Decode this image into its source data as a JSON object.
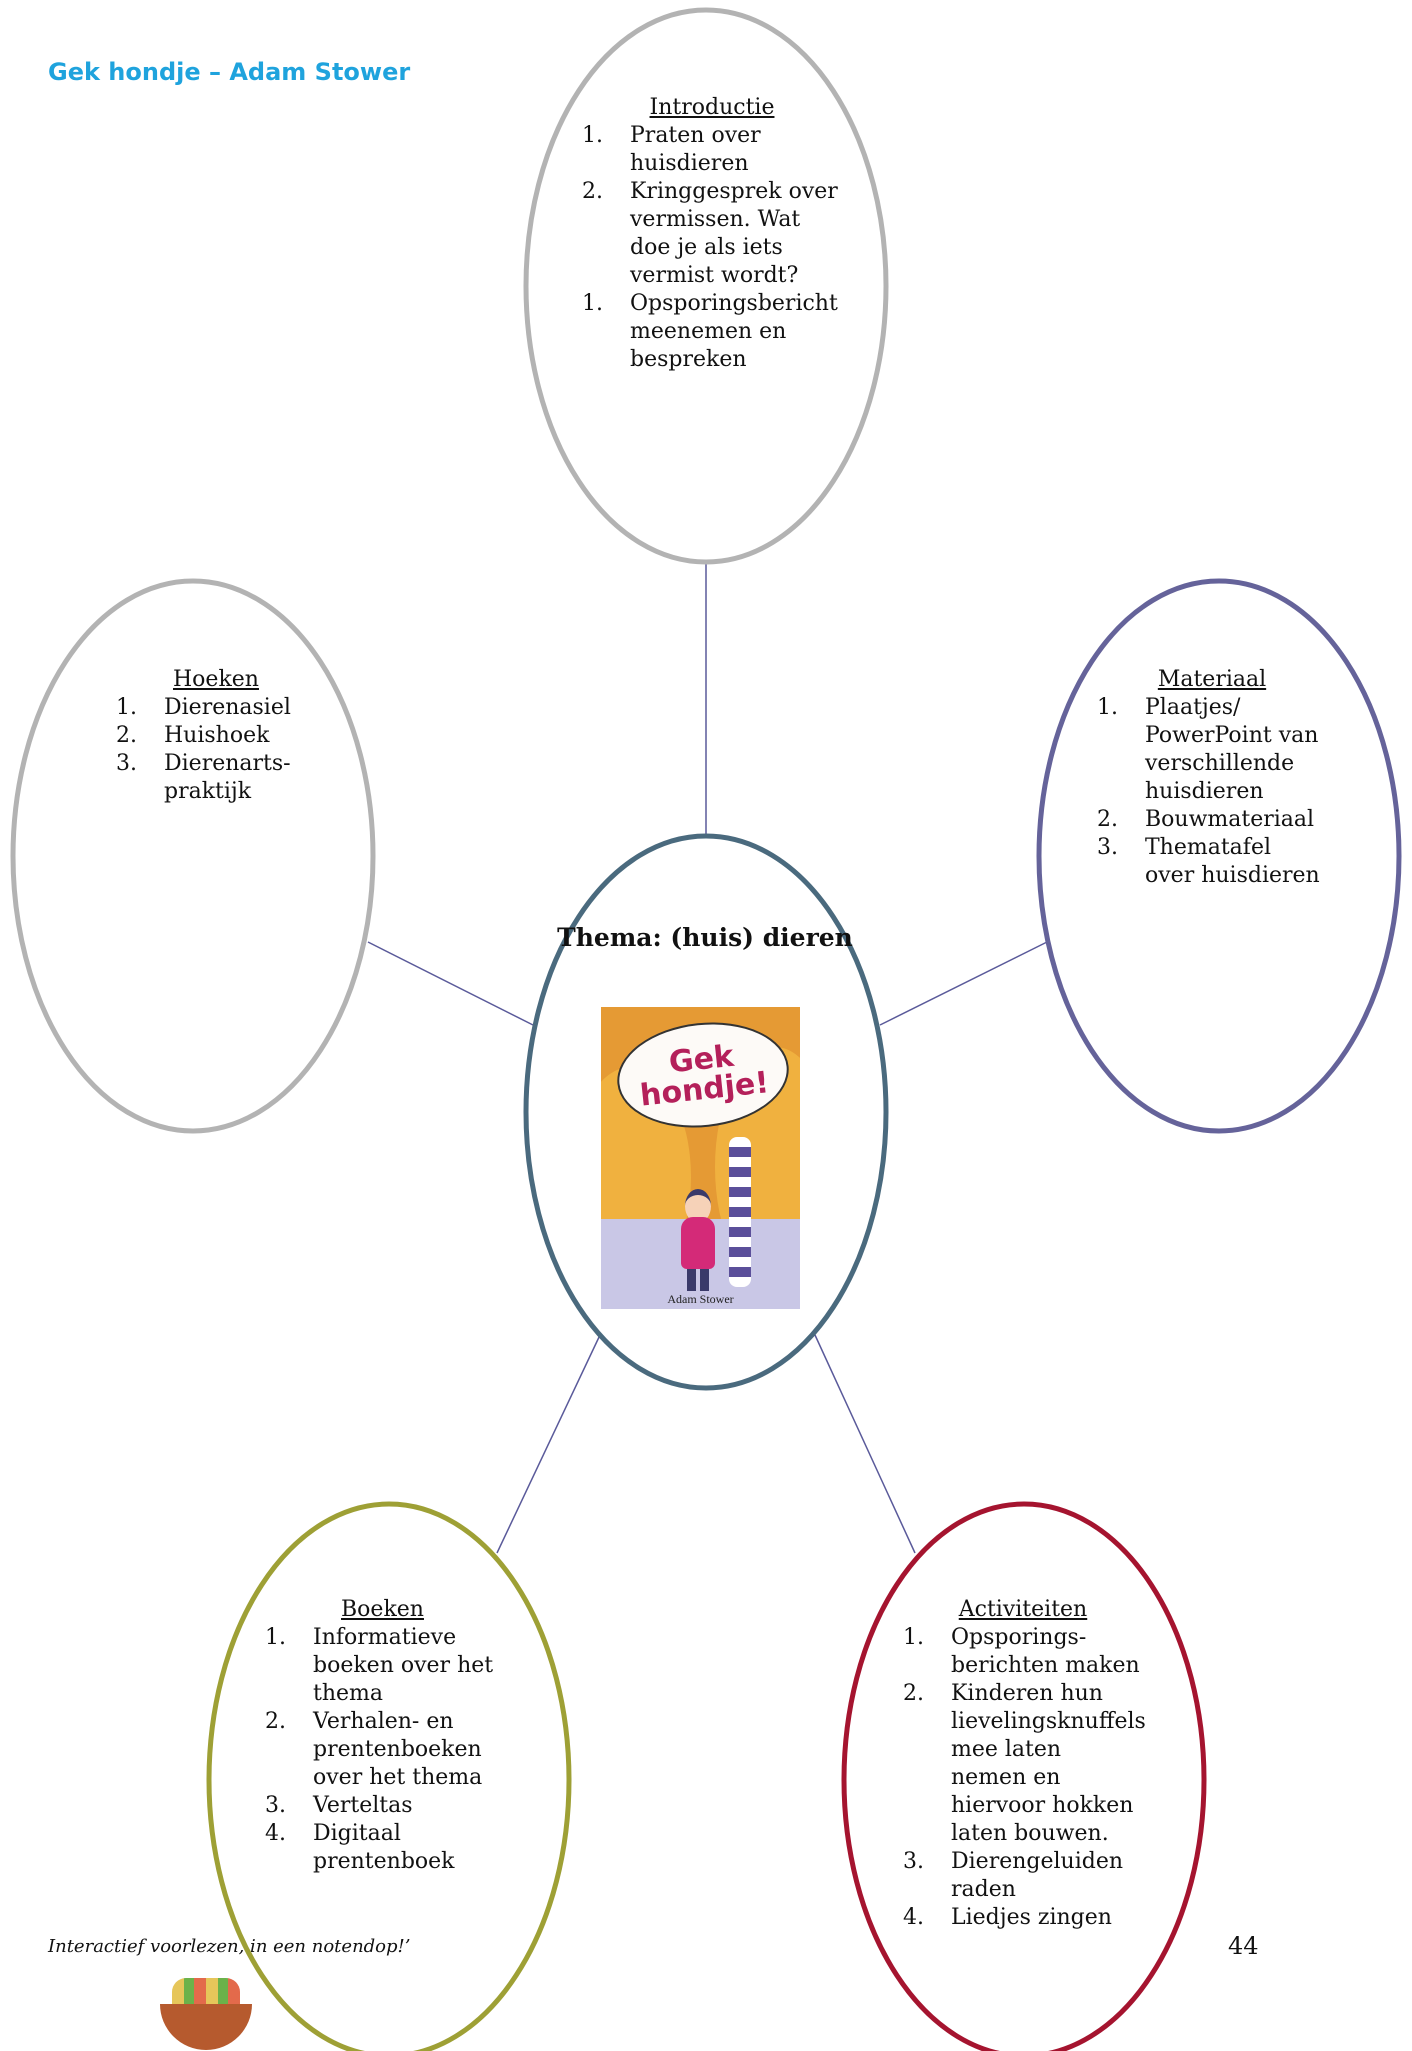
{
  "header": {
    "title": "Gek hondje – Adam Stower"
  },
  "colors": {
    "title": "#1fa3dd",
    "gray_bubble": "#b3b3b3",
    "center_bubble": "#4a6a7e",
    "materiaal_bubble": "#65639a",
    "boeken_bubble": "#9ea035",
    "activiteiten_bubble": "#a5142f",
    "connector": "#5a5a9a"
  },
  "center": {
    "title": "Thema: (huis) dieren",
    "cover": {
      "speech": "Gek hondje!",
      "author": "Adam Stower"
    }
  },
  "introductie": {
    "heading": "Introductie",
    "items": [
      {
        "num": "1.",
        "text": "Praten over huisdieren"
      },
      {
        "num": "2.",
        "text": "Kringgesprek over vermissen. Wat doe je als iets vermist wordt?"
      },
      {
        "num": "1.",
        "text": "Opsporingsbericht meenemen en bespreken"
      }
    ]
  },
  "hoeken": {
    "heading": "Hoeken",
    "items": [
      {
        "num": "1.",
        "text": "Dierenasiel"
      },
      {
        "num": "2.",
        "text": "Huishoek"
      },
      {
        "num": "3.",
        "text": "Dierenarts-praktijk"
      }
    ]
  },
  "materiaal": {
    "heading": "Materiaal",
    "items": [
      {
        "num": "1.",
        "text": "Plaatjes/ PowerPoint van verschillende huisdieren"
      },
      {
        "num": "2.",
        "text": "Bouwmateriaal"
      },
      {
        "num": "3.",
        "text": "Thematafel over huisdieren"
      }
    ]
  },
  "boeken": {
    "heading": "Boeken",
    "items": [
      {
        "num": "1.",
        "text": "Informatieve boeken over het thema"
      },
      {
        "num": "2.",
        "text": "Verhalen- en prentenboeken over het thema"
      },
      {
        "num": "3.",
        "text": "Verteltas"
      },
      {
        "num": "4.",
        "text": "Digitaal prentenboek"
      }
    ]
  },
  "activiteiten": {
    "heading": "Activiteiten",
    "items": [
      {
        "num": "1.",
        "text": "Opsporings-berichten maken"
      },
      {
        "num": "2.",
        "text": "Kinderen hun lievelingsknuffels mee laten nemen en hiervoor hokken laten bouwen."
      },
      {
        "num": "3.",
        "text": "Dierengeluiden raden"
      },
      {
        "num": "4.",
        "text": "Liedjes zingen"
      }
    ]
  },
  "footer": {
    "text": "Interactief voorlezen, in een notendop!’",
    "page_number": "44"
  }
}
